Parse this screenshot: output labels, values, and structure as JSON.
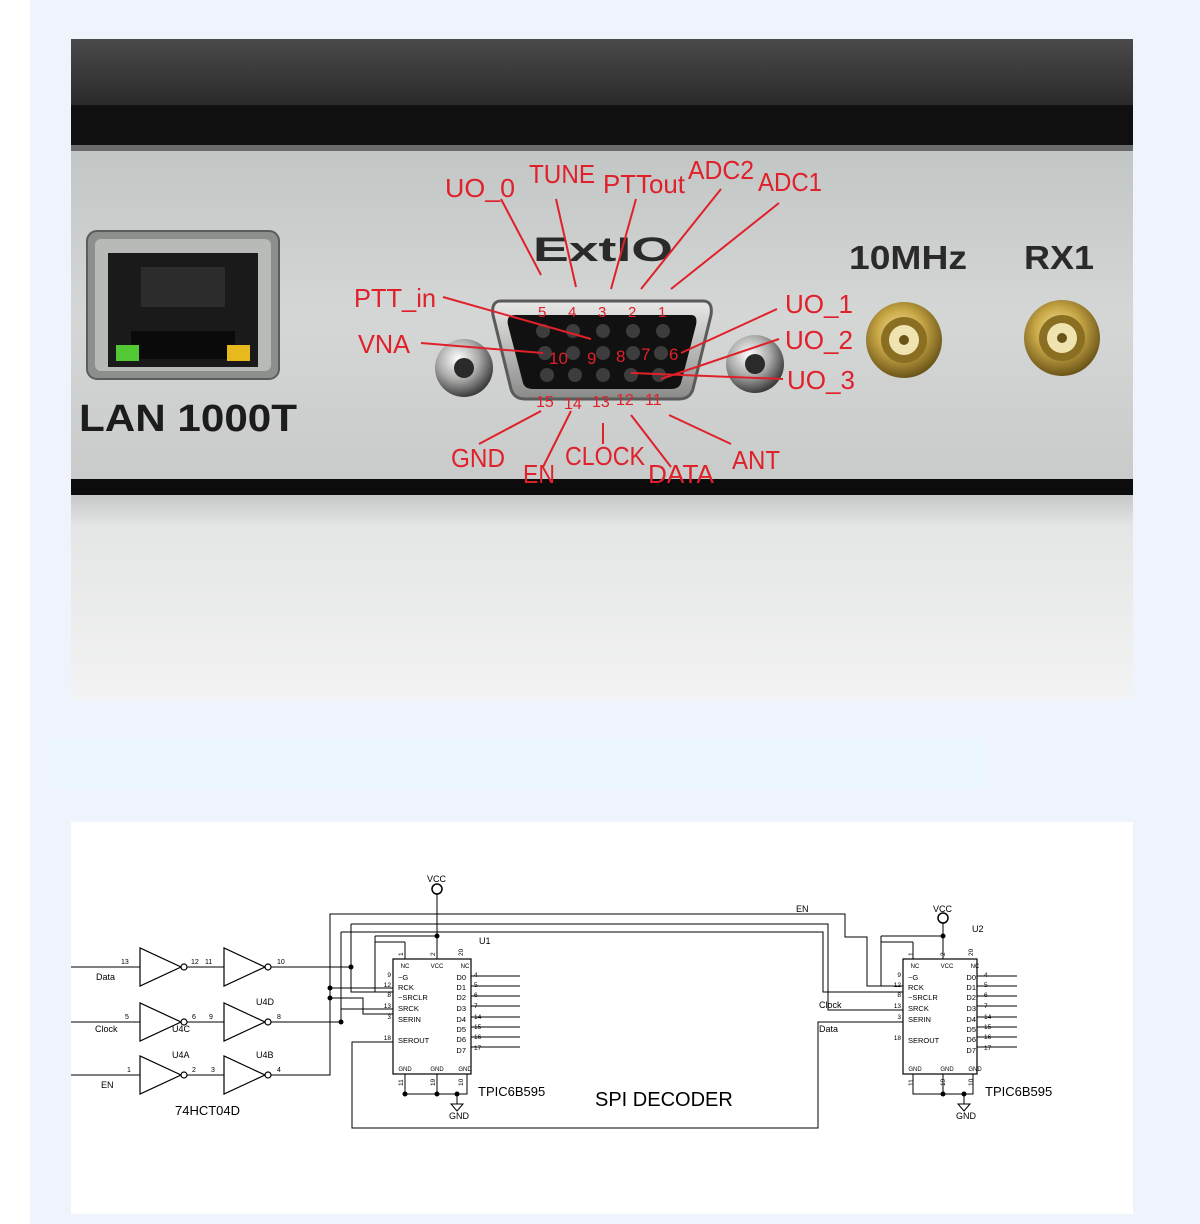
{
  "photo": {
    "port_label": "LAN 1000T",
    "connector_label": "ExtIO",
    "sma_labels": [
      "10MHz",
      "RX1"
    ],
    "pin_numbers_top": [
      "5",
      "4",
      "3",
      "2",
      "1"
    ],
    "pin_numbers_mid": [
      "10",
      "9",
      "8",
      "7",
      "6"
    ],
    "pin_numbers_bot": [
      "15",
      "14",
      "13",
      "12",
      "11"
    ],
    "annotations": {
      "uo0": "UO_0",
      "tune": "TUNE",
      "pttout": "PTTout",
      "adc2": "ADC2",
      "adc1": "ADC1",
      "ptt_in": "PTT_in",
      "vna": "VNA",
      "uo1": "UO_1",
      "uo2": "UO_2",
      "uo3": "UO_3",
      "gnd": "GND",
      "en": "EN",
      "clock": "CLOCK",
      "data": "DATA",
      "ant": "ANT"
    },
    "colors": {
      "annotation": "#e0202a",
      "panel": "#c9ccc9",
      "bezel": "#0c0c0c"
    }
  },
  "schematic": {
    "title": "SPI DECODER",
    "vcc": "VCC",
    "gnd": "GND",
    "en_bus": "EN",
    "inputs": {
      "data": "Data",
      "clock": "Clock",
      "en": "EN"
    },
    "inverter_part": "74HCT04D",
    "inverter_units": {
      "u4c": "U4C",
      "u4d": "U4D",
      "u4a": "U4A",
      "u4b": "U4B"
    },
    "inverter_pins": {
      "g1_in": "13",
      "g1_out": "12",
      "g2_in": "11",
      "g2_out": "10",
      "g3_in": "5",
      "g3_out": "6",
      "g4_in": "9",
      "g4_out": "8",
      "g5_in": "1",
      "g5_out": "2",
      "g6_in": "3",
      "g6_out": "4"
    },
    "u1": {
      "ref": "U1",
      "part": "TPIC6B595",
      "left_pins": [
        "~G",
        "RCK",
        "~SRCLR",
        "SRCK",
        "SERIN",
        "SEROUT"
      ],
      "left_nums": [
        "9",
        "12",
        "8",
        "13",
        "3",
        "18"
      ],
      "right_pins": [
        "D0",
        "D1",
        "D2",
        "D3",
        "D4",
        "D5",
        "D6",
        "D7"
      ],
      "right_nums": [
        "4",
        "5",
        "6",
        "7",
        "14",
        "15",
        "16",
        "17"
      ],
      "top_pins": [
        "NC",
        "VCC",
        "NC"
      ],
      "top_nums": [
        "1",
        "2",
        "20"
      ],
      "bottom_pins": [
        "GND",
        "GND",
        "GND"
      ],
      "bottom_nums": [
        "11",
        "19",
        "10"
      ]
    },
    "u2": {
      "ref": "U2",
      "part": "TPIC6B595",
      "in_clock": "Clock",
      "in_data": "Data",
      "left_pins": [
        "~G",
        "RCK",
        "~SRCLR",
        "SRCK",
        "SERIN",
        "SEROUT"
      ],
      "left_nums": [
        "9",
        "12",
        "8",
        "13",
        "3",
        "18"
      ],
      "right_pins": [
        "D0",
        "D1",
        "D2",
        "D3",
        "D4",
        "D5",
        "D6",
        "D7"
      ],
      "right_nums": [
        "4",
        "5",
        "6",
        "7",
        "14",
        "15",
        "16",
        "17"
      ],
      "top_pins": [
        "NC",
        "VCC",
        "NC"
      ],
      "top_nums": [
        "1",
        "2",
        "20"
      ],
      "bottom_pins": [
        "GND",
        "GND",
        "GND"
      ],
      "bottom_nums": [
        "11",
        "19",
        "10"
      ]
    }
  }
}
